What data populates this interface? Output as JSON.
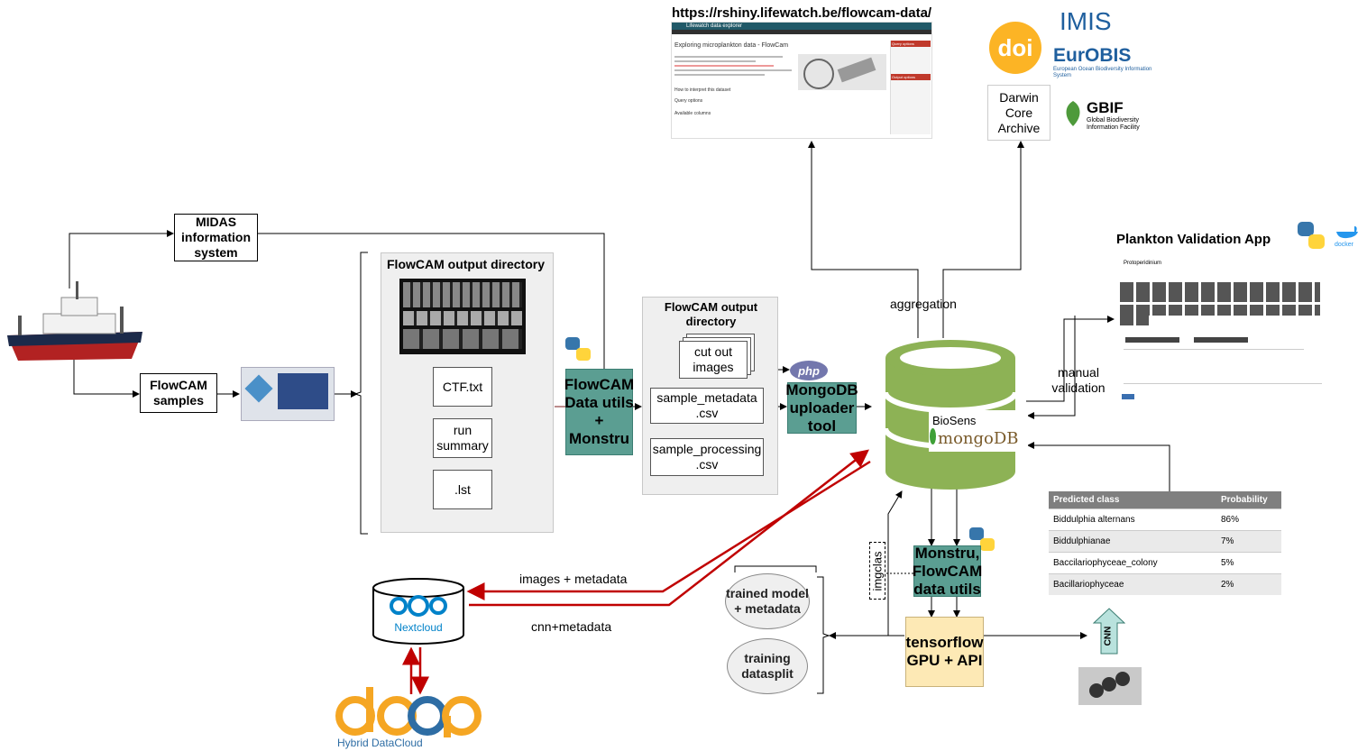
{
  "web_url": "https://rshiny.lifewatch.be/flowcam-data/",
  "web_page": {
    "app_title": "Lifewatch data explorer",
    "heading": "Exploring microplankton data - FlowCam",
    "sub1": "How to interpret this dataset",
    "sub2": "Query options",
    "sub3": "Available columns",
    "side_title": "Query options",
    "side_title2": "Output options"
  },
  "logos": {
    "doi": "doi",
    "imis": "IMIS",
    "eurobis": "EurOBIS",
    "eurobis_sub": "European Ocean Biodiversity Information System",
    "gbif": "GBIF",
    "gbif_sub": "Global Biodiversity Information Facility",
    "python": "python-logo",
    "php": "php",
    "docker": "docker",
    "nextcloud": "Nextcloud",
    "deep_sub": "Hybrid DataCloud"
  },
  "darwin": "Darwin Core Archive",
  "midas": "MIDAS information system",
  "flowcam_samples": "FlowCAM samples",
  "flowcam_dir_title": "FlowCAM output directory",
  "files": {
    "ctf": "CTF.txt",
    "run_summary": "run summary",
    "lst": ".lst"
  },
  "data_utils": "FlowCAM Data utils + Monstru",
  "flowcam_dir2_title": "FlowCAM output directory",
  "cut_out": "cut out images",
  "sample_metadata": "sample_metadata .csv",
  "sample_processing": "sample_processing .csv",
  "uploader": "MongoDB uploader tool",
  "aggregation": "aggregation",
  "biosens": "BioSens",
  "mongodb": "mongoDB",
  "plankton_app_title": "Plankton Validation App",
  "plankton_app_species": "Protoperidinium",
  "manual_validation": "manual validation",
  "monstru_utils": "Monstru, FlowCAM data utils",
  "imgclas": "imgclas",
  "tensorflow": "tensorflow GPU + API",
  "cnn": "CNN",
  "trained_model": "trained model + metadata",
  "training_datasplit": "training datasplit",
  "images_metadata": "images + metadata",
  "cnn_metadata": "cnn+metadata",
  "predictions": {
    "headers": [
      "Predicted class",
      "Probability"
    ],
    "rows": [
      [
        "Biddulphia alternans",
        "86%"
      ],
      [
        "Biddulphianae",
        "7%"
      ],
      [
        "Baccilariophyceae_colony",
        "5%"
      ],
      [
        "Bacillariophyceae",
        "2%"
      ]
    ]
  },
  "colors": {
    "teal": "#5b9e92",
    "tan": "#fde9b5",
    "red_arrow": "#c00000",
    "mongo_green": "#8db255",
    "gray_panel": "#efefef"
  }
}
